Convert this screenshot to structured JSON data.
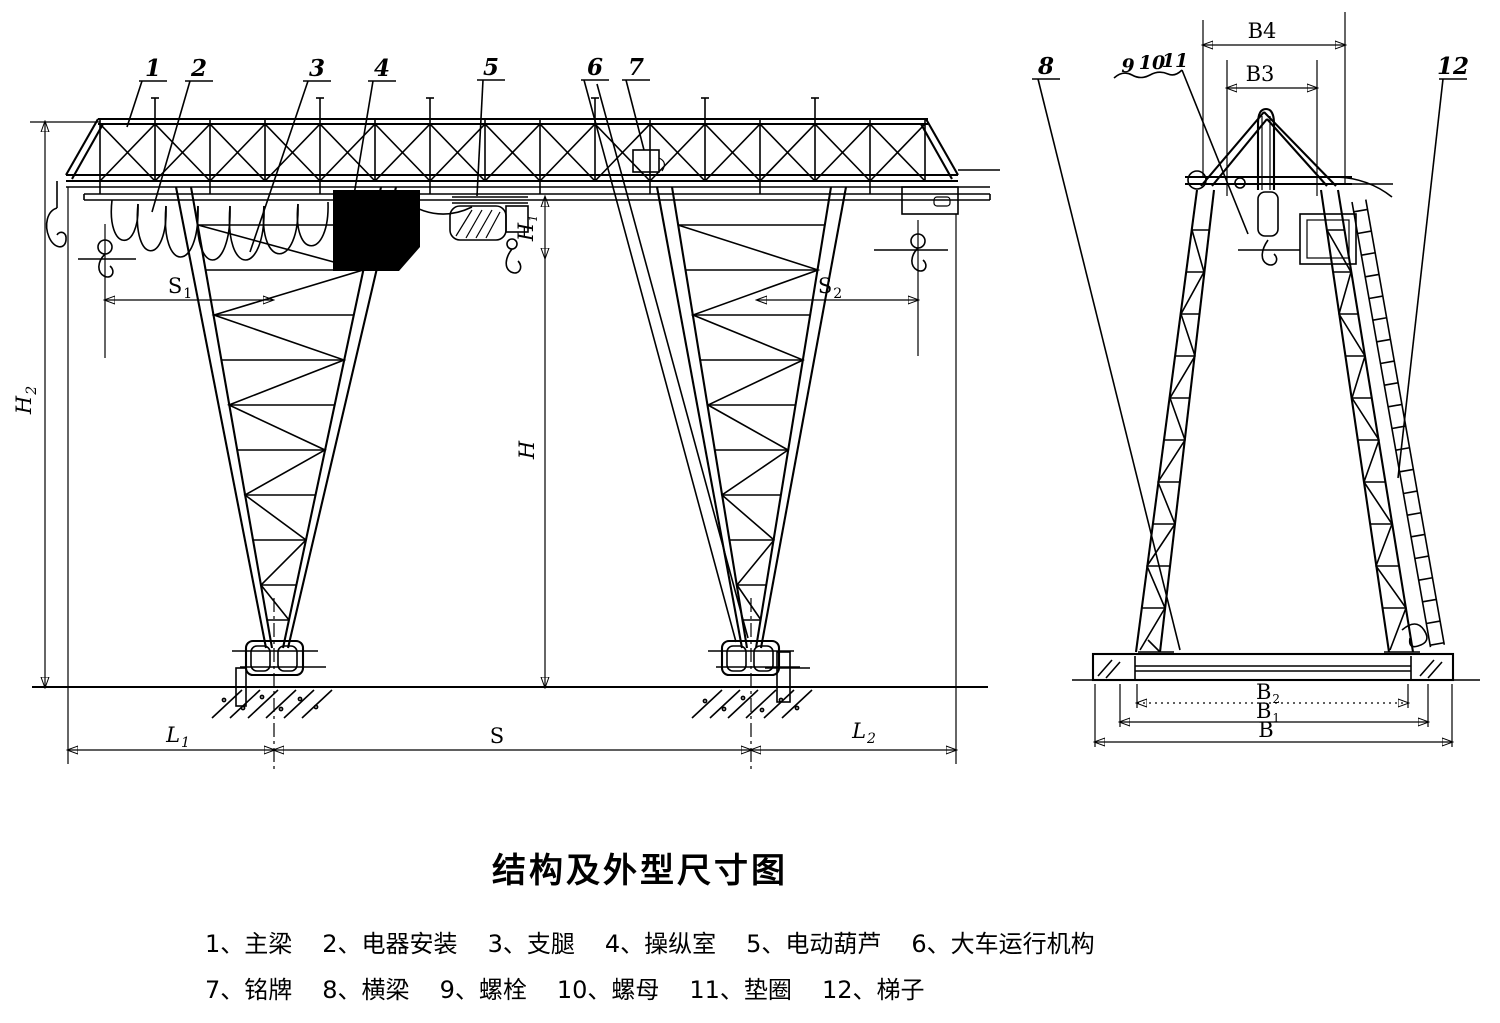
{
  "title": "结构及外型尺寸图",
  "dims": {
    "h2": {
      "main": "H",
      "sub": "2"
    },
    "h1": {
      "main": "H",
      "sub": "1"
    },
    "h": {
      "main": "H",
      "sub": ""
    },
    "s1": {
      "main": "S",
      "sub": "1"
    },
    "s2": {
      "main": "S",
      "sub": "2"
    },
    "l1": {
      "main": "L",
      "sub": "1"
    },
    "s": {
      "main": "S",
      "sub": ""
    },
    "l2": {
      "main": "L",
      "sub": "2"
    },
    "b4": {
      "main": "B4",
      "sub": ""
    },
    "b3": {
      "main": "B3",
      "sub": ""
    },
    "b2": {
      "main": "B",
      "sub": "2"
    },
    "b1": {
      "main": "B",
      "sub": "1"
    },
    "b": {
      "main": "B",
      "sub": ""
    }
  },
  "callouts": {
    "c1": "1",
    "c2": "2",
    "c3": "3",
    "c4": "4",
    "c5": "5",
    "c6": "6",
    "c7": "7",
    "c8": "8",
    "c9": "9",
    "c10": "10",
    "c11": "11",
    "c12": "12"
  },
  "legend": {
    "rows": [
      {
        "items": [
          {
            "text": "1、主梁"
          },
          {
            "text": "2、电器安装"
          },
          {
            "text": "3、支腿"
          },
          {
            "text": "4、操纵室"
          },
          {
            "text": "5、电动葫芦"
          },
          {
            "text": "6、大车运行机构"
          }
        ]
      },
      {
        "items": [
          {
            "text": "7、铭牌"
          },
          {
            "text": "8、横梁"
          },
          {
            "text": "9、螺栓"
          },
          {
            "text": "10、螺母"
          },
          {
            "text": "11、垫圈"
          },
          {
            "text": "12、梯子"
          }
        ]
      }
    ]
  }
}
